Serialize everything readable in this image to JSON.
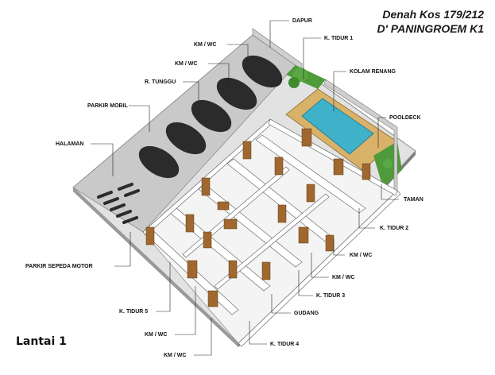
{
  "title_line1": "Denah Kos 179/212",
  "title_line2": "D' PANINGROEM K1",
  "floor_label": "Lantai 1",
  "labels": {
    "dapur": "DAPUR",
    "km_wc_top1": "KM / WC",
    "km_wc_top2": "KM / WC",
    "k_tidur_1": "K. TIDUR 1",
    "kolam_renang": "KOLAM RENANG",
    "r_tunggu": "R. TUNGGU",
    "parkir_mobil": "PARKIR MOBIL",
    "pooldeck": "POOLDECK",
    "halaman": "HALAMAN",
    "taman": "TAMAN",
    "k_tidur_2": "K. TIDUR 2",
    "km_wc_mid1": "KM / WC",
    "km_wc_mid2": "KM / WC",
    "parkir_sepeda_motor": "PARKIR SEPEDA MOTOR",
    "k_tidur_3": "K. TIDUR 3",
    "gudang": "GUDANG",
    "k_tidur_5": "K. TIDUR 5",
    "km_wc_bot1": "KM / WC",
    "k_tidur_4": "K. TIDUR 4",
    "km_wc_bot2": "KM / WC"
  },
  "colors": {
    "floor": "#f1f1f1",
    "parking": "#c9c9c9",
    "wall_top": "#ffffff",
    "wall_side": "#9a9a9a",
    "pool_water": "#3fb1c9",
    "wood": "#a0682f",
    "car": "#2b2b2b",
    "grass": "#4f9a3a"
  }
}
